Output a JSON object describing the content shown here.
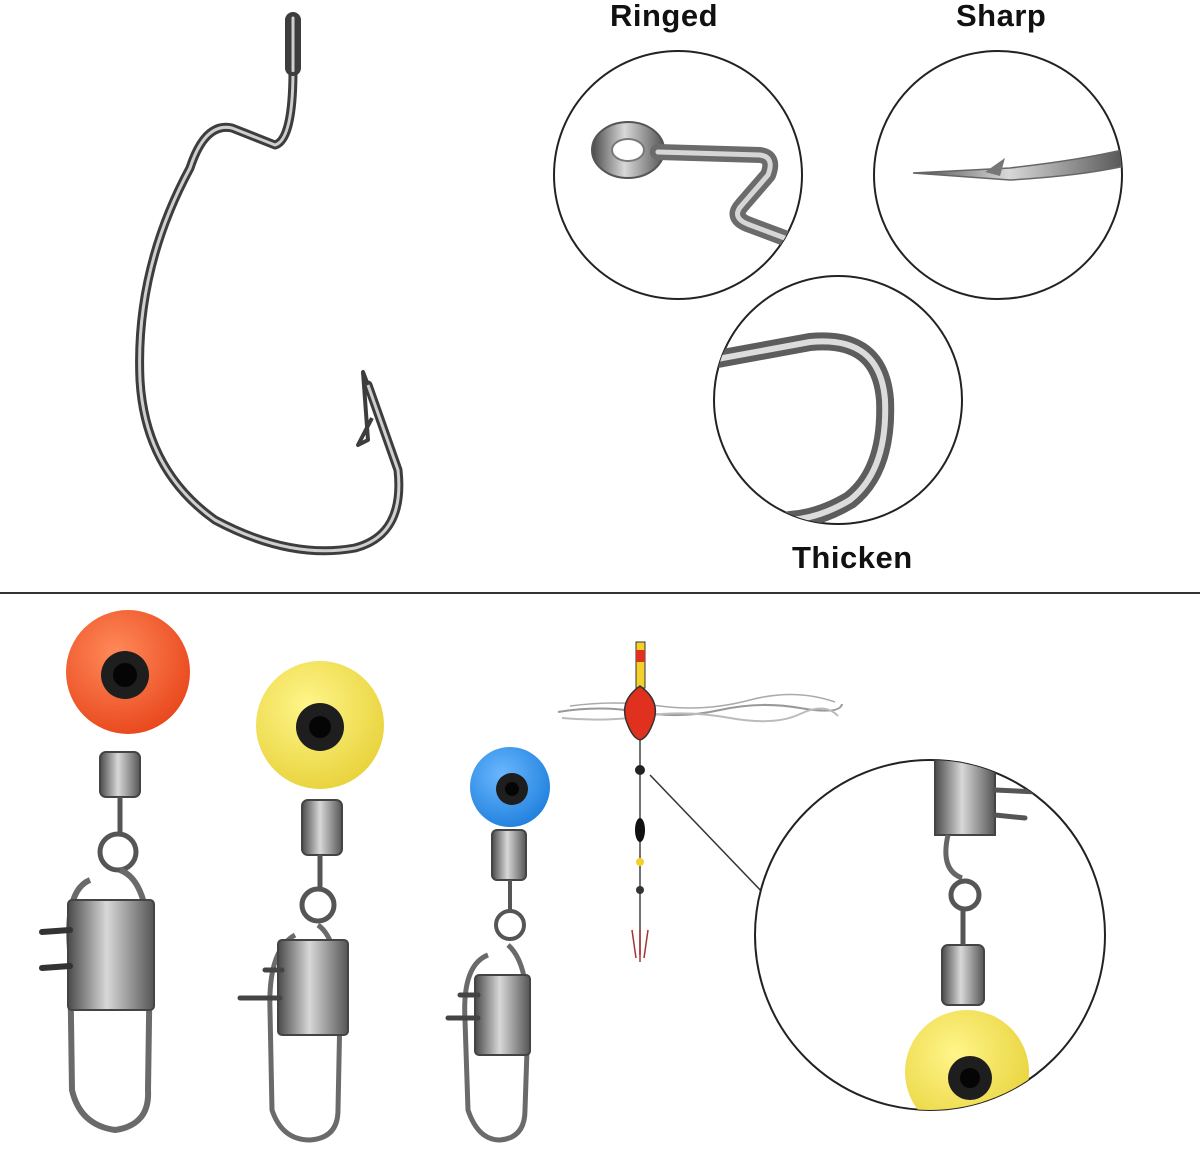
{
  "labels": {
    "ringed": "Ringed",
    "sharp": "Sharp",
    "thicken": "Thicken"
  },
  "colors": {
    "background": "#ffffff",
    "divider": "#333333",
    "wire": "#6e6e6e",
    "steel": "#9a9a9a",
    "bead_orange": "#f05a28",
    "bead_yellow": "#f2e24a",
    "bead_blue": "#2d8fe8",
    "float_red": "#e0301e",
    "float_yellow": "#f4d02a"
  }
}
